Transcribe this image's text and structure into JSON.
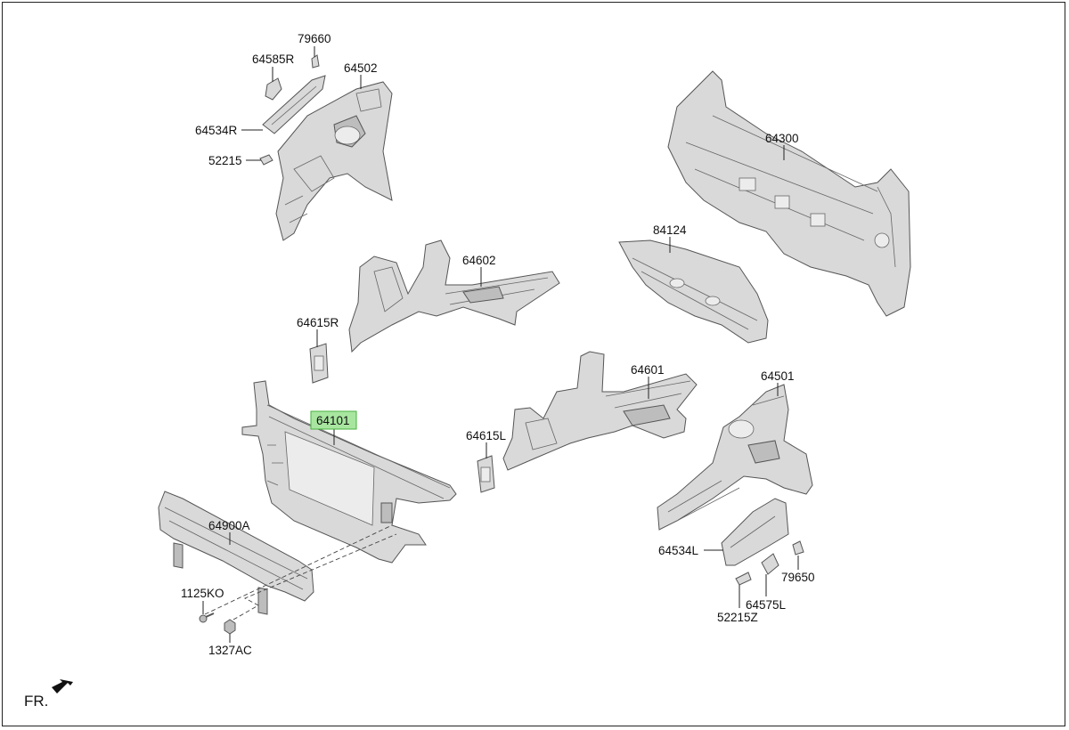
{
  "callouts": {
    "p79660": "79660",
    "p64585R": "64585R",
    "p64502": "64502",
    "p64534R": "64534R",
    "p52215": "52215",
    "p64300": "64300",
    "p84124": "84124",
    "p64602": "64602",
    "p64615R": "64615R",
    "p64101": "64101",
    "p64601": "64601",
    "p64501": "64501",
    "p64615L": "64615L",
    "p64900A": "64900A",
    "p64534L": "64534L",
    "p79650": "79650",
    "p1125KO": "1125KO",
    "p64575L": "64575L",
    "p52215Z": "52215Z",
    "p1327AC": "1327AC"
  },
  "direction_label": "FR.",
  "highlighted_part": "64101",
  "colors": {
    "highlight": "#a8e6a0",
    "part_fill": "#d9d9d9",
    "outline": "#555555"
  }
}
